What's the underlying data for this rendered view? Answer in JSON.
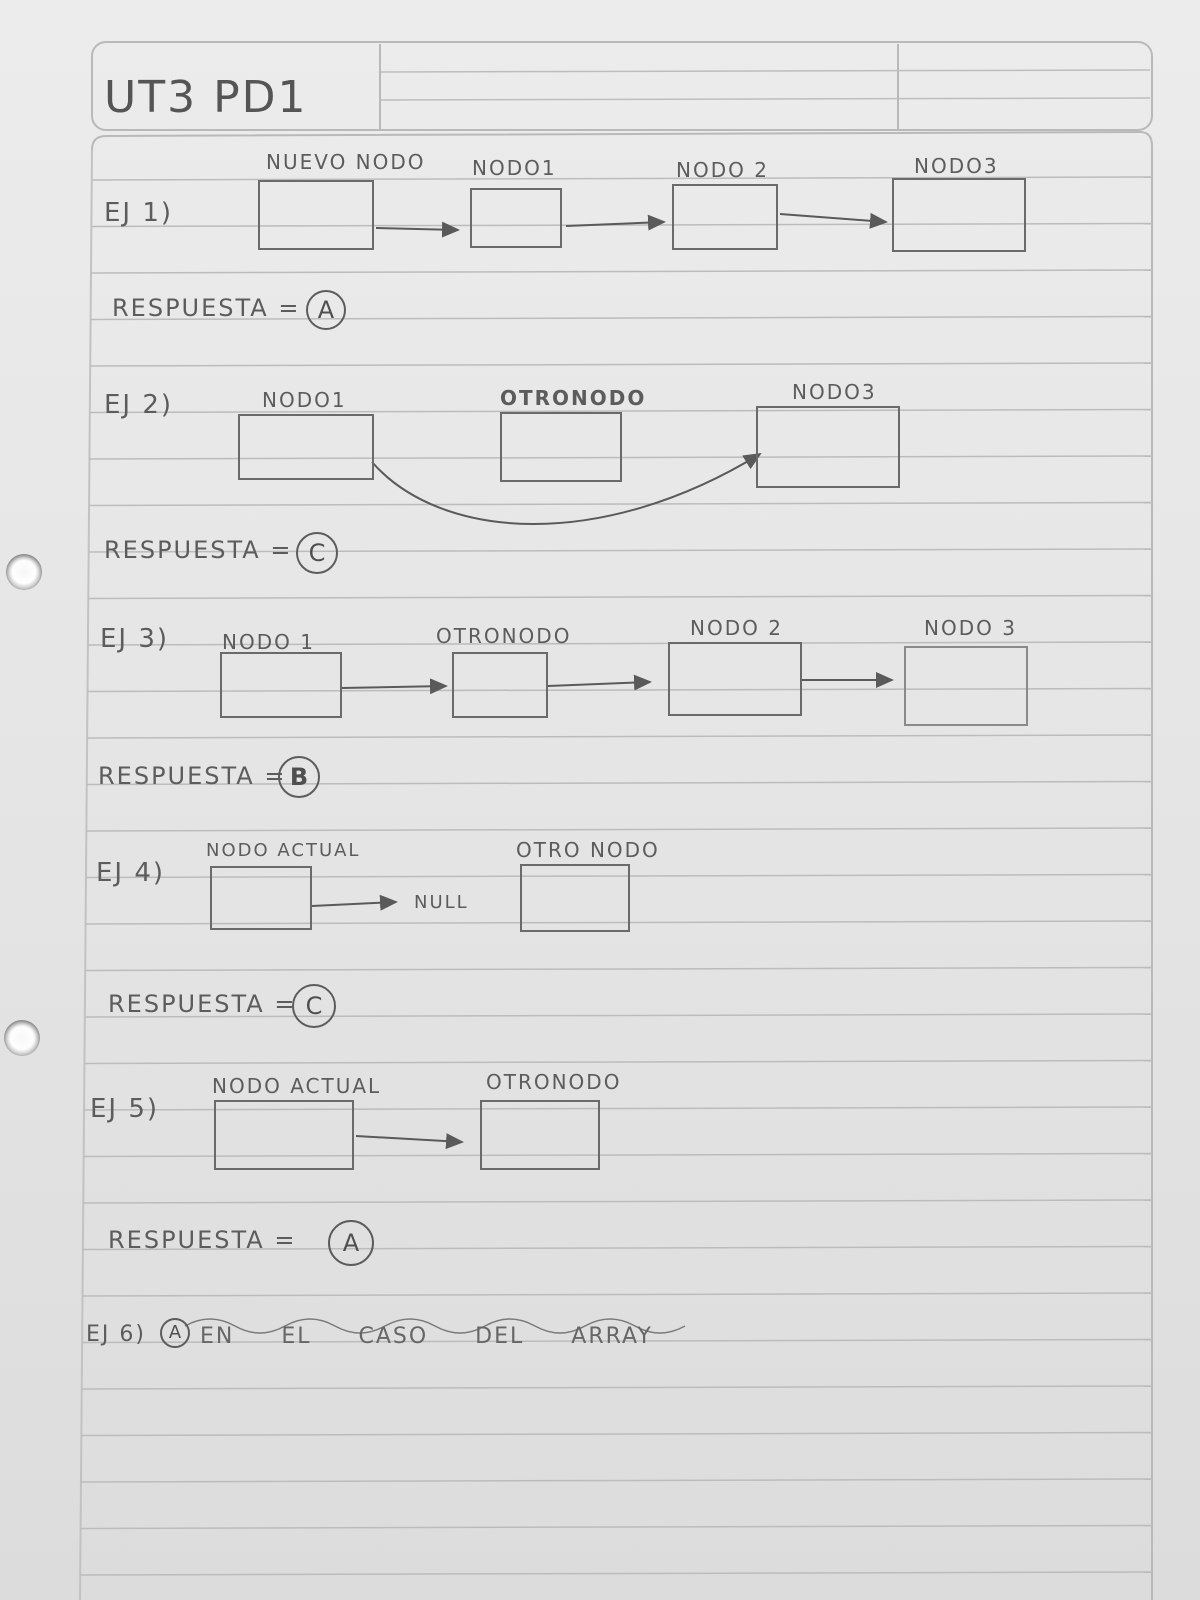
{
  "header": {
    "title": "UT3 PD1"
  },
  "exercises": [
    {
      "label": "EJ 1)",
      "nodes": [
        "NUEVO NODO",
        "NODO1",
        "NODO 2",
        "NODO3"
      ],
      "answer_label": "RESPUESTA =",
      "answer": "A"
    },
    {
      "label": "EJ 2)",
      "nodes": [
        "NODO1",
        "OTRONODO",
        "NODO3"
      ],
      "answer_label": "RESPUESTA =",
      "answer": "C"
    },
    {
      "label": "EJ 3)",
      "nodes": [
        "NODO 1",
        "OTRONODO",
        "NODO 2",
        "NODO 3"
      ],
      "answer_label": "RESPUESTA =",
      "answer": "B"
    },
    {
      "label": "EJ 4)",
      "nodes": [
        "NODO ACTUAL",
        "OTRO NODO"
      ],
      "null_text": "NULL",
      "answer_label": "RESPUESTA =",
      "answer": "C"
    },
    {
      "label": "EJ 5)",
      "nodes": [
        "NODO ACTUAL",
        "OTRONODO"
      ],
      "answer_label": "RESPUESTA =",
      "answer": "A"
    },
    {
      "label": "EJ 6)",
      "answer": "A",
      "note": "EN EL CASO DEL ARRAY"
    }
  ]
}
